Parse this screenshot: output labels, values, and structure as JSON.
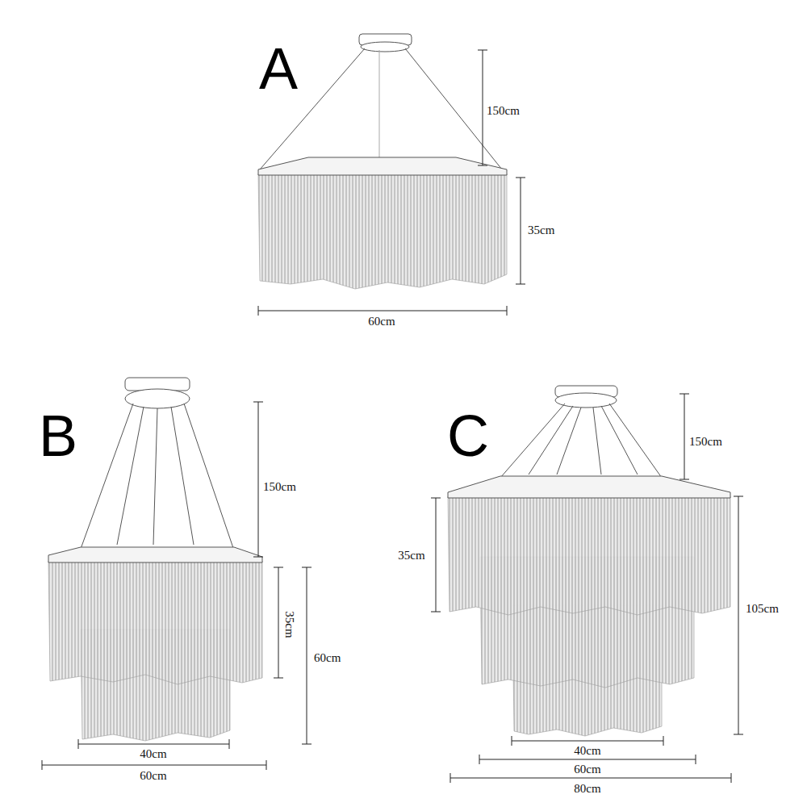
{
  "diagram": {
    "labels": [
      "A",
      "150cm",
      "35cm",
      "60cm",
      "B",
      "150cm",
      "35cm",
      "60cm",
      "40cm",
      "60cm",
      "C",
      "150cm",
      "35cm",
      "105cm",
      "40cm",
      "60cm",
      "80cm"
    ]
  }
}
